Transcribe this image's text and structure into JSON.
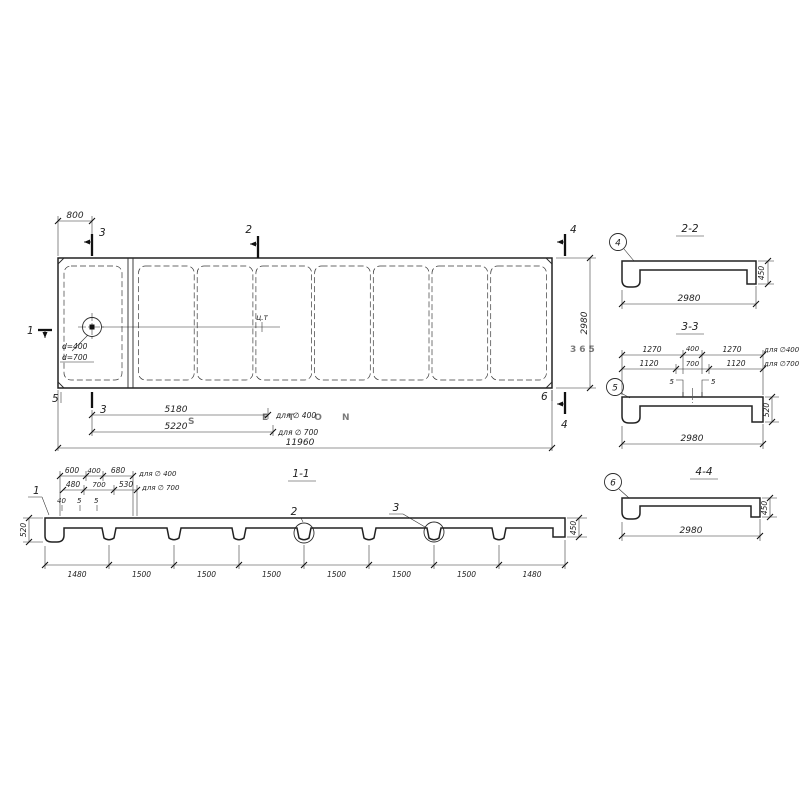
{
  "watermark": {
    "logo_letter": "S",
    "letters": "ETON",
    "number": "365",
    "orange": "#f6921e",
    "gray": "#c6c6c6"
  },
  "plan": {
    "mark1": "1",
    "mark2": "2",
    "mark3_top": "3",
    "mark3_bottom": "3",
    "mark4_top": "4",
    "mark4_bottom": "4",
    "mark5": "5",
    "mark6": "6",
    "dim_800": "800",
    "center_of_gravity": "ц.т",
    "hole_d400": "d=400",
    "hole_d700": "d=700",
    "dim_5180": "5180",
    "note_d400": "для ∅ 400",
    "dim_5220": "5220",
    "note_d700": "для ∅ 700",
    "dim_total": "11960",
    "dim_width": "2980"
  },
  "section22": {
    "title": "2-2",
    "callout": "4",
    "dim_width": "2980",
    "dim_height": "450"
  },
  "section33": {
    "title": "3-3",
    "callout": "5",
    "row1": [
      "1270",
      "400",
      "1270"
    ],
    "row1_note": "для ∅400",
    "row2": [
      "1120",
      "700",
      "1120"
    ],
    "row2_note": "для ∅700",
    "small1": "5",
    "small2": "5",
    "dim_width": "2980",
    "dim_height": "520"
  },
  "section44": {
    "title": "4-4",
    "callout": "6",
    "dim_width": "2980",
    "dim_height": "450"
  },
  "section11": {
    "title": "1-1",
    "callout1": "1",
    "callout2": "2",
    "callout3": "3",
    "row1": [
      "600",
      "400",
      "680"
    ],
    "row1_note": "для ∅ 400",
    "row2": [
      "480",
      "700",
      "530"
    ],
    "row2_note": "для ∅ 700",
    "row3": [
      "40",
      "5",
      "5"
    ],
    "dim_height_left": "520",
    "dim_height_right": "450",
    "chain": [
      "1480",
      "1500",
      "1500",
      "1500",
      "1500",
      "1500",
      "1500",
      "1480"
    ]
  }
}
